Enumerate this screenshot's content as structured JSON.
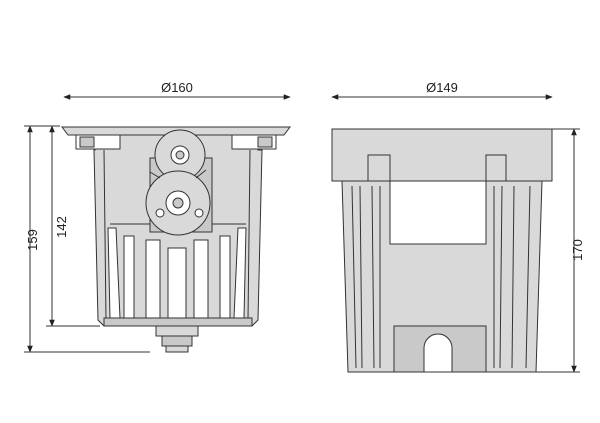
{
  "dimensions": {
    "left_width": "Ø160",
    "right_width": "Ø149",
    "left_outer_height": "159",
    "left_inner_height": "142",
    "right_height": "170"
  },
  "colors": {
    "line": "#333333",
    "body_fill": "#d9d9d9",
    "body_fill_dark": "#c9c9c9",
    "background": "#ffffff"
  }
}
